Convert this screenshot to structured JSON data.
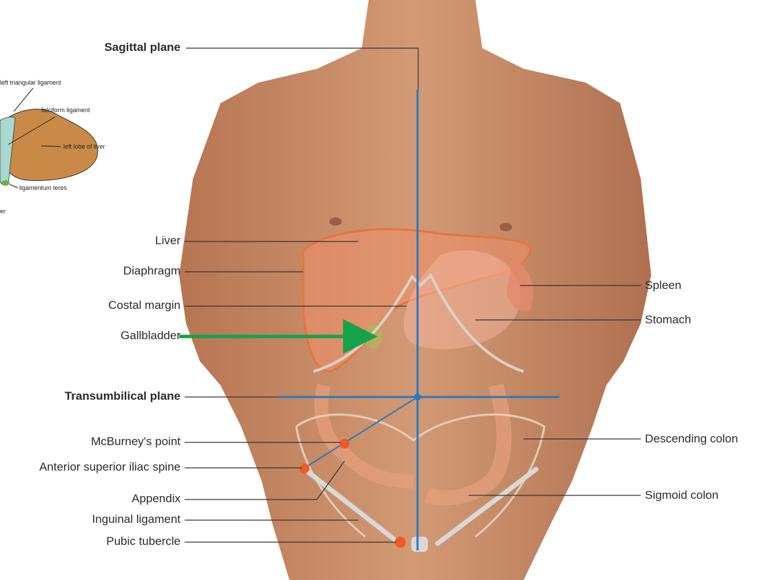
{
  "inset": {
    "labels": {
      "left_triangular_ligament": "left triangular ligament",
      "falciform_ligament": "falciform ligament",
      "left_lobe": "left lobe of liver",
      "ligamentum_teres": "ligamentum teres",
      "cut_off": "er"
    }
  },
  "labels": {
    "sagittal_plane": "Sagittal plane",
    "liver": "Liver",
    "diaphragm": "Diaphragm",
    "costal_margin": "Costal margin",
    "gallbladder": "Gallbladder",
    "transumbilical_plane": "Transumbilical plane",
    "mcburneys_point": "McBurney's point",
    "asis": "Anterior superior iliac spine",
    "appendix": "Appendix",
    "inguinal_ligament": "Inguinal ligament",
    "pubic_tubercle": "Pubic tubercle",
    "spleen": "Spleen",
    "stomach": "Stomach",
    "descending_colon": "Descending colon",
    "sigmoid_colon": "Sigmoid colon"
  },
  "colors": {
    "plane_line": "#2a78c0",
    "highlight_arrow": "#14a24a",
    "landmark_dot": "#f05a28",
    "organ_outline": "#e8743c",
    "skin": "#c98a63"
  }
}
